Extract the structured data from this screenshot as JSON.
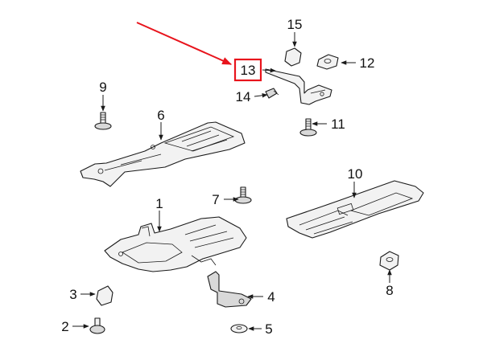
{
  "colors": {
    "highlight": "#e8141c",
    "line": "#1a1a1a",
    "part_fill": "#f2f2f2"
  },
  "callouts": {
    "c1": "1",
    "c2": "2",
    "c3": "3",
    "c4": "4",
    "c5": "5",
    "c6": "6",
    "c7": "7",
    "c8": "8",
    "c9": "9",
    "c10": "10",
    "c11": "11",
    "c12": "12",
    "c13": "13",
    "c14": "14",
    "c15": "15"
  },
  "highlighted_callout": "13"
}
